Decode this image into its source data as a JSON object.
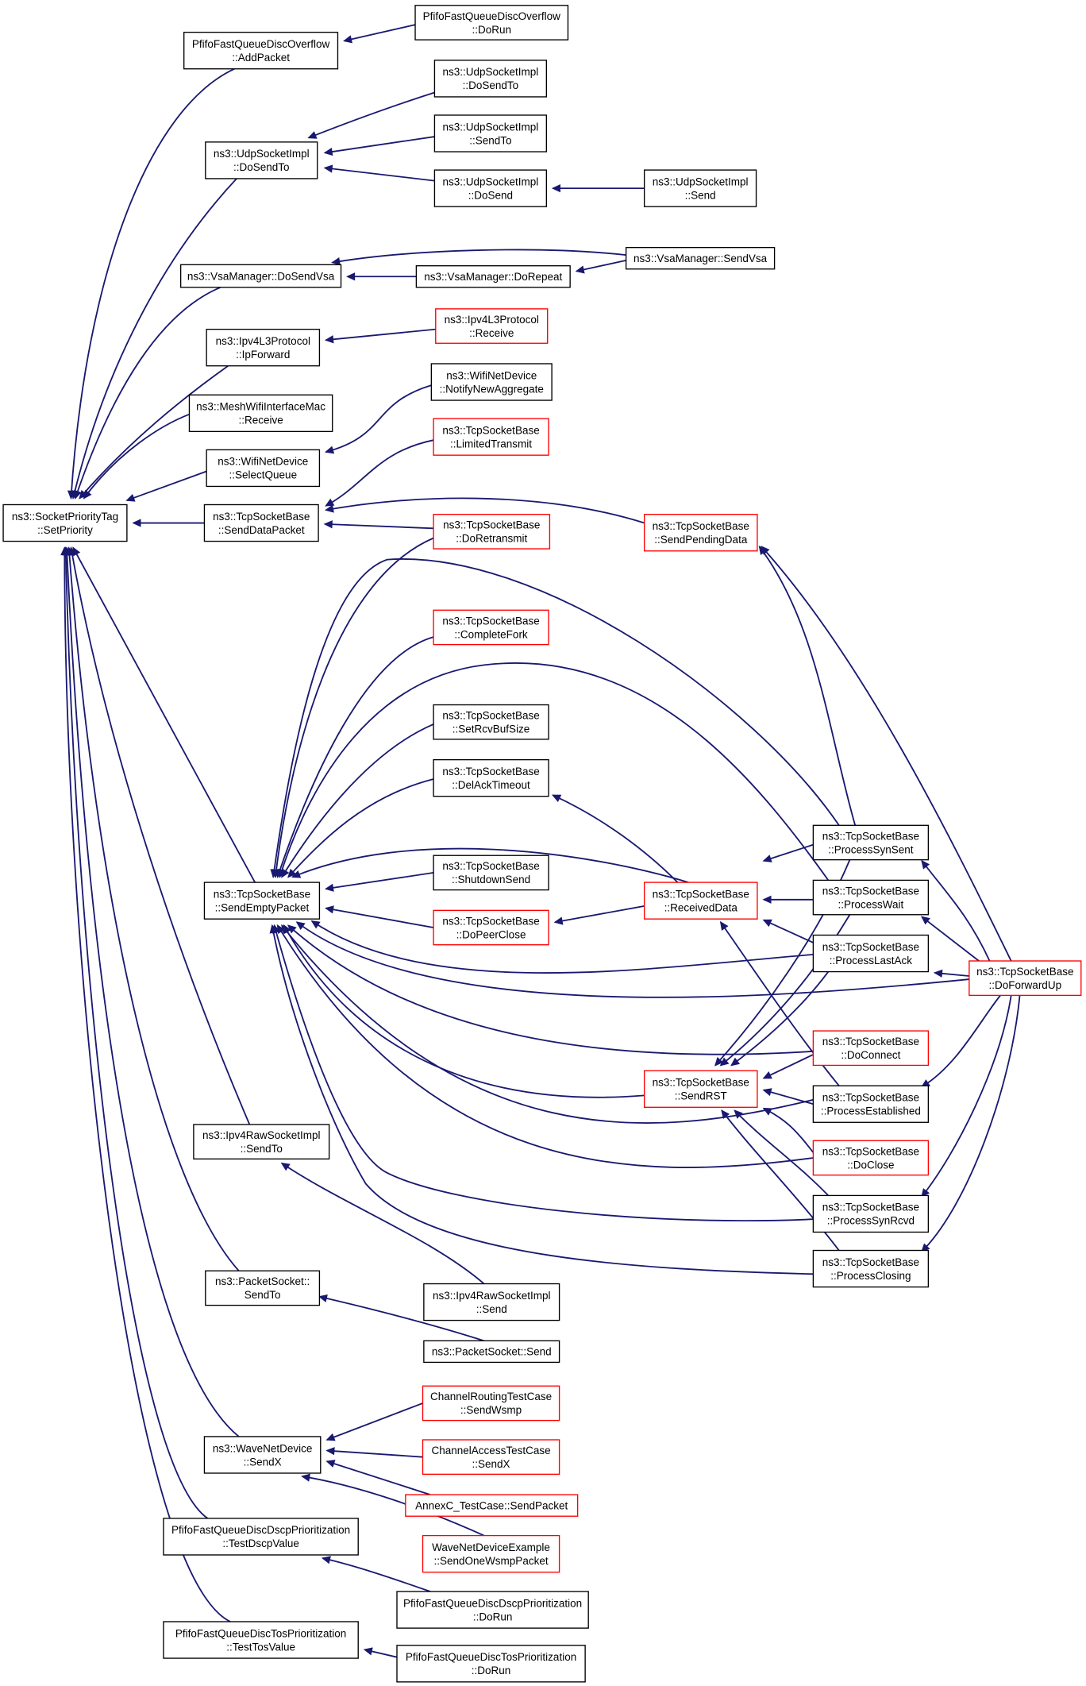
{
  "diagram": {
    "colors": {
      "edge": "#191970",
      "root_fill": "#bfbfbf",
      "node_border": "#000000",
      "truncated_border": "#ff0000"
    },
    "nodes": [
      {
        "id": "set_priority",
        "lines": [
          "ns3::SocketPriorityTag",
          "::SetPriority"
        ],
        "style": "root"
      },
      {
        "id": "pfifo_overflow_add",
        "lines": [
          "PfifoFastQueueDiscOverflow",
          "::AddPacket"
        ],
        "style": "normal"
      },
      {
        "id": "pfifo_overflow_run",
        "lines": [
          "PfifoFastQueueDiscOverflow",
          "::DoRun"
        ],
        "style": "normal"
      },
      {
        "id": "udp_dosendto",
        "lines": [
          "ns3::UdpSocketImpl",
          "::DoSendTo"
        ],
        "style": "normal"
      },
      {
        "id": "udp_dosendto_r",
        "lines": [
          "ns3::UdpSocketImpl",
          "::DoSendTo"
        ],
        "style": "normal"
      },
      {
        "id": "udp_sendto",
        "lines": [
          "ns3::UdpSocketImpl",
          "::SendTo"
        ],
        "style": "normal"
      },
      {
        "id": "udp_dosend",
        "lines": [
          "ns3::UdpSocketImpl",
          "::DoSend"
        ],
        "style": "normal"
      },
      {
        "id": "udp_send",
        "lines": [
          "ns3::UdpSocketImpl",
          "::Send"
        ],
        "style": "normal"
      },
      {
        "id": "vsa_dosendvsa",
        "lines": [
          "ns3::VsaManager::DoSendVsa"
        ],
        "style": "normal"
      },
      {
        "id": "vsa_dorepeat",
        "lines": [
          "ns3::VsaManager::DoRepeat"
        ],
        "style": "normal"
      },
      {
        "id": "vsa_sendvsa",
        "lines": [
          "ns3::VsaManager::SendVsa"
        ],
        "style": "normal"
      },
      {
        "id": "ipv4_ipforward",
        "lines": [
          "ns3::Ipv4L3Protocol",
          "::IpForward"
        ],
        "style": "normal"
      },
      {
        "id": "ipv4_receive",
        "lines": [
          "ns3::Ipv4L3Protocol",
          "::Receive"
        ],
        "style": "truncated"
      },
      {
        "id": "mesh_receive",
        "lines": [
          "ns3::MeshWifiInterfaceMac",
          "::Receive"
        ],
        "style": "normal"
      },
      {
        "id": "wifi_notify",
        "lines": [
          "ns3::WifiNetDevice",
          "::NotifyNewAggregate"
        ],
        "style": "normal"
      },
      {
        "id": "wifi_selectqueue",
        "lines": [
          "ns3::WifiNetDevice",
          "::SelectQueue"
        ],
        "style": "normal"
      },
      {
        "id": "tcp_limited",
        "lines": [
          "ns3::TcpSocketBase",
          "::LimitedTransmit"
        ],
        "style": "truncated"
      },
      {
        "id": "tcp_senddata",
        "lines": [
          "ns3::TcpSocketBase",
          "::SendDataPacket"
        ],
        "style": "normal"
      },
      {
        "id": "tcp_retransmit",
        "lines": [
          "ns3::TcpSocketBase",
          "::DoRetransmit"
        ],
        "style": "truncated"
      },
      {
        "id": "tcp_sendpending",
        "lines": [
          "ns3::TcpSocketBase",
          "::SendPendingData"
        ],
        "style": "truncated"
      },
      {
        "id": "tcp_completefork",
        "lines": [
          "ns3::TcpSocketBase",
          "::CompleteFork"
        ],
        "style": "truncated"
      },
      {
        "id": "tcp_setrcvbuf",
        "lines": [
          "ns3::TcpSocketBase",
          "::SetRcvBufSize"
        ],
        "style": "normal"
      },
      {
        "id": "tcp_delack",
        "lines": [
          "ns3::TcpSocketBase",
          "::DelAckTimeout"
        ],
        "style": "normal"
      },
      {
        "id": "tcp_shutdownsend",
        "lines": [
          "ns3::TcpSocketBase",
          "::ShutdownSend"
        ],
        "style": "normal"
      },
      {
        "id": "tcp_sendempty",
        "lines": [
          "ns3::TcpSocketBase",
          "::SendEmptyPacket"
        ],
        "style": "normal"
      },
      {
        "id": "tcp_doPeerclose",
        "lines": [
          "ns3::TcpSocketBase",
          "::DoPeerClose"
        ],
        "style": "truncated"
      },
      {
        "id": "tcp_receiveddata",
        "lines": [
          "ns3::TcpSocketBase",
          "::ReceivedData"
        ],
        "style": "truncated"
      },
      {
        "id": "tcp_synsent",
        "lines": [
          "ns3::TcpSocketBase",
          "::ProcessSynSent"
        ],
        "style": "normal"
      },
      {
        "id": "tcp_wait",
        "lines": [
          "ns3::TcpSocketBase",
          "::ProcessWait"
        ],
        "style": "normal"
      },
      {
        "id": "tcp_lastack",
        "lines": [
          "ns3::TcpSocketBase",
          "::ProcessLastAck"
        ],
        "style": "normal"
      },
      {
        "id": "tcp_forwardup",
        "lines": [
          "ns3::TcpSocketBase",
          "::DoForwardUp"
        ],
        "style": "truncated"
      },
      {
        "id": "tcp_doconnect",
        "lines": [
          "ns3::TcpSocketBase",
          "::DoConnect"
        ],
        "style": "truncated"
      },
      {
        "id": "tcp_sendrst",
        "lines": [
          "ns3::TcpSocketBase",
          "::SendRST"
        ],
        "style": "truncated"
      },
      {
        "id": "tcp_established",
        "lines": [
          "ns3::TcpSocketBase",
          "::ProcessEstablished"
        ],
        "style": "normal"
      },
      {
        "id": "tcp_doclose",
        "lines": [
          "ns3::TcpSocketBase",
          "::DoClose"
        ],
        "style": "truncated"
      },
      {
        "id": "tcp_synrcvd",
        "lines": [
          "ns3::TcpSocketBase",
          "::ProcessSynRcvd"
        ],
        "style": "normal"
      },
      {
        "id": "tcp_closing",
        "lines": [
          "ns3::TcpSocketBase",
          "::ProcessClosing"
        ],
        "style": "normal"
      },
      {
        "id": "ipv4raw_sendto",
        "lines": [
          "ns3::Ipv4RawSocketImpl",
          "::SendTo"
        ],
        "style": "normal"
      },
      {
        "id": "ipv4raw_send",
        "lines": [
          "ns3::Ipv4RawSocketImpl",
          "::Send"
        ],
        "style": "normal"
      },
      {
        "id": "packet_sendto",
        "lines": [
          "ns3::PacketSocket::",
          "SendTo"
        ],
        "style": "normal"
      },
      {
        "id": "packet_send",
        "lines": [
          "ns3::PacketSocket::Send"
        ],
        "style": "normal"
      },
      {
        "id": "wave_sendx",
        "lines": [
          "ns3::WaveNetDevice",
          "::SendX"
        ],
        "style": "normal"
      },
      {
        "id": "chrouting_wsmp",
        "lines": [
          "ChannelRoutingTestCase",
          "::SendWsmp"
        ],
        "style": "truncated"
      },
      {
        "id": "chaccess_sendx",
        "lines": [
          "ChannelAccessTestCase",
          "::SendX"
        ],
        "style": "truncated"
      },
      {
        "id": "annexc_send",
        "lines": [
          "AnnexC_TestCase::SendPacket"
        ],
        "style": "truncated"
      },
      {
        "id": "wave_example",
        "lines": [
          "WaveNetDeviceExample",
          "::SendOneWsmpPacket"
        ],
        "style": "truncated"
      },
      {
        "id": "pfifo_dscp_test",
        "lines": [
          "PfifoFastQueueDiscDscpPrioritization",
          "::TestDscpValue"
        ],
        "style": "normal"
      },
      {
        "id": "pfifo_dscp_run",
        "lines": [
          "PfifoFastQueueDiscDscpPrioritization",
          "::DoRun"
        ],
        "style": "normal"
      },
      {
        "id": "pfifo_tos_test",
        "lines": [
          "PfifoFastQueueDiscTosPrioritization",
          "::TestTosValue"
        ],
        "style": "normal"
      },
      {
        "id": "pfifo_tos_run",
        "lines": [
          "PfifoFastQueueDiscTosPrioritization",
          "::DoRun"
        ],
        "style": "normal"
      }
    ],
    "edges": [
      [
        "pfifo_overflow_add",
        "set_priority"
      ],
      [
        "udp_dosendto",
        "set_priority"
      ],
      [
        "vsa_dosendvsa",
        "set_priority"
      ],
      [
        "ipv4_ipforward",
        "set_priority"
      ],
      [
        "mesh_receive",
        "set_priority"
      ],
      [
        "wifi_selectqueue",
        "set_priority"
      ],
      [
        "tcp_senddata",
        "set_priority"
      ],
      [
        "tcp_sendempty",
        "set_priority"
      ],
      [
        "ipv4raw_sendto",
        "set_priority"
      ],
      [
        "packet_sendto",
        "set_priority"
      ],
      [
        "wave_sendx",
        "set_priority"
      ],
      [
        "pfifo_dscp_test",
        "set_priority"
      ],
      [
        "pfifo_tos_test",
        "set_priority"
      ],
      [
        "pfifo_overflow_run",
        "pfifo_overflow_add"
      ],
      [
        "udp_dosendto_r",
        "udp_dosendto"
      ],
      [
        "udp_sendto",
        "udp_dosendto"
      ],
      [
        "udp_dosend",
        "udp_dosendto"
      ],
      [
        "udp_send",
        "udp_dosend"
      ],
      [
        "vsa_dorepeat",
        "vsa_dosendvsa"
      ],
      [
        "vsa_sendvsa",
        "vsa_dosendvsa"
      ],
      [
        "vsa_sendvsa",
        "vsa_dorepeat"
      ],
      [
        "ipv4_receive",
        "ipv4_ipforward"
      ],
      [
        "wifi_notify",
        "wifi_selectqueue"
      ],
      [
        "tcp_limited",
        "tcp_senddata"
      ],
      [
        "tcp_retransmit",
        "tcp_senddata"
      ],
      [
        "tcp_sendpending",
        "tcp_senddata"
      ],
      [
        "tcp_synsent",
        "tcp_sendpending"
      ],
      [
        "tcp_forwardup",
        "tcp_sendpending"
      ],
      [
        "tcp_retransmit",
        "tcp_sendempty"
      ],
      [
        "tcp_completefork",
        "tcp_sendempty"
      ],
      [
        "tcp_setrcvbuf",
        "tcp_sendempty"
      ],
      [
        "tcp_delack",
        "tcp_sendempty"
      ],
      [
        "tcp_shutdownsend",
        "tcp_sendempty"
      ],
      [
        "tcp_doPeerclose",
        "tcp_sendempty"
      ],
      [
        "tcp_receiveddata",
        "tcp_sendempty"
      ],
      [
        "tcp_synsent",
        "tcp_sendempty"
      ],
      [
        "tcp_wait",
        "tcp_sendempty"
      ],
      [
        "tcp_lastack",
        "tcp_sendempty"
      ],
      [
        "tcp_forwardup",
        "tcp_sendempty"
      ],
      [
        "tcp_doconnect",
        "tcp_sendempty"
      ],
      [
        "tcp_sendrst",
        "tcp_sendempty"
      ],
      [
        "tcp_established",
        "tcp_sendempty"
      ],
      [
        "tcp_doclose",
        "tcp_sendempty"
      ],
      [
        "tcp_synrcvd",
        "tcp_sendempty"
      ],
      [
        "tcp_closing",
        "tcp_sendempty"
      ],
      [
        "tcp_receiveddata",
        "tcp_delack"
      ],
      [
        "tcp_receiveddata",
        "tcp_doPeerclose"
      ],
      [
        "tcp_synsent",
        "tcp_receiveddata"
      ],
      [
        "tcp_wait",
        "tcp_receiveddata"
      ],
      [
        "tcp_lastack",
        "tcp_receiveddata"
      ],
      [
        "tcp_established",
        "tcp_receiveddata"
      ],
      [
        "tcp_synsent",
        "tcp_sendrst"
      ],
      [
        "tcp_wait",
        "tcp_sendrst"
      ],
      [
        "tcp_lastack",
        "tcp_sendrst"
      ],
      [
        "tcp_doconnect",
        "tcp_sendrst"
      ],
      [
        "tcp_established",
        "tcp_sendrst"
      ],
      [
        "tcp_doclose",
        "tcp_sendrst"
      ],
      [
        "tcp_synrcvd",
        "tcp_sendrst"
      ],
      [
        "tcp_closing",
        "tcp_sendrst"
      ],
      [
        "tcp_forwardup",
        "tcp_synsent"
      ],
      [
        "tcp_forwardup",
        "tcp_wait"
      ],
      [
        "tcp_forwardup",
        "tcp_lastack"
      ],
      [
        "tcp_forwardup",
        "tcp_established"
      ],
      [
        "tcp_forwardup",
        "tcp_synrcvd"
      ],
      [
        "tcp_forwardup",
        "tcp_closing"
      ],
      [
        "ipv4raw_send",
        "ipv4raw_sendto"
      ],
      [
        "packet_send",
        "packet_sendto"
      ],
      [
        "chrouting_wsmp",
        "wave_sendx"
      ],
      [
        "chaccess_sendx",
        "wave_sendx"
      ],
      [
        "annexc_send",
        "wave_sendx"
      ],
      [
        "wave_example",
        "wave_sendx"
      ],
      [
        "pfifo_dscp_run",
        "pfifo_dscp_test"
      ],
      [
        "pfifo_tos_run",
        "pfifo_tos_test"
      ]
    ]
  }
}
